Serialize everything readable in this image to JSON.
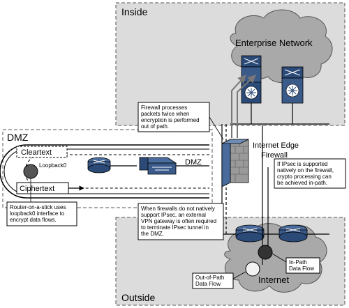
{
  "zones": {
    "inside": "Inside",
    "dmz": "DMZ",
    "outside": "Outside"
  },
  "clouds": {
    "enterprise": "Enterprise Network",
    "internet": "Internet"
  },
  "firewall": {
    "line1": "Internet Edge",
    "line2": "Firewall"
  },
  "dmz_link_label": "DMZ",
  "loopback_label": "Loopback0",
  "cleartext_label": "Cleartext",
  "ciphertext_label": "Ciphertext",
  "notes": {
    "firewall_processes": [
      "Firewall processes",
      "packets twice when",
      "encryption is performed",
      "out of path."
    ],
    "ipsec_supported": [
      "If IPsec is supported",
      "natively on the firewall,",
      "crypto processing can",
      "be achieved in-path."
    ],
    "not_natively": [
      "When firewalls do not natively",
      "support IPsec, an external",
      "VPN gateway is often required",
      "to terminate IPsec tunnel in",
      "the DMZ."
    ],
    "router_on_stick": [
      "Router-on-a-stick uses",
      "loopback0 interface to",
      "encrypt data flows."
    ],
    "in_path": [
      "In-Path",
      "Data Flow"
    ],
    "out_of_path": [
      "Out-of-Path",
      "Data Flow"
    ]
  },
  "colors": {
    "zone_fill": "#dcdcdc",
    "cloud_fill": "#a9a9a9",
    "firewall_brick": "#9a9a9a",
    "device_blue": "#1f3f6e",
    "dark_dot": "#333333",
    "light_dot": "#f2f2f2"
  }
}
